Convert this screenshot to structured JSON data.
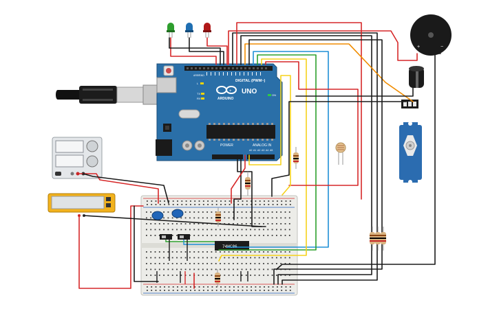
{
  "arduino": {
    "brand": "ARDUINO",
    "model": "UNO",
    "digital_label": "DIGITAL (PWM~)",
    "power_label": "POWER",
    "analog_label": "ANALOG IN",
    "aref": "AREF",
    "gnd": "GND",
    "on_label": "ON",
    "tx": "TX",
    "rx": "RX",
    "l_label": "L",
    "analog_pins": [
      "A0",
      "A1",
      "A2",
      "A3",
      "A4",
      "A5"
    ]
  },
  "ic": {
    "label": "74HC86"
  },
  "buzzer": {
    "plus": "+",
    "minus": "−"
  },
  "led_colors": [
    "#2e9e2e",
    "#1f6fb2",
    "#b01818"
  ],
  "colors": {
    "board": "#2a6fa8",
    "wire_red": "#d62728",
    "wire_black": "#1a1a1a",
    "wire_orange": "#f08c00",
    "wire_yellow": "#f5d21a",
    "wire_green": "#2ca02c",
    "wire_blue": "#1f8fd6",
    "servo": "#2b6cb0",
    "meter": "#f2b21d"
  }
}
